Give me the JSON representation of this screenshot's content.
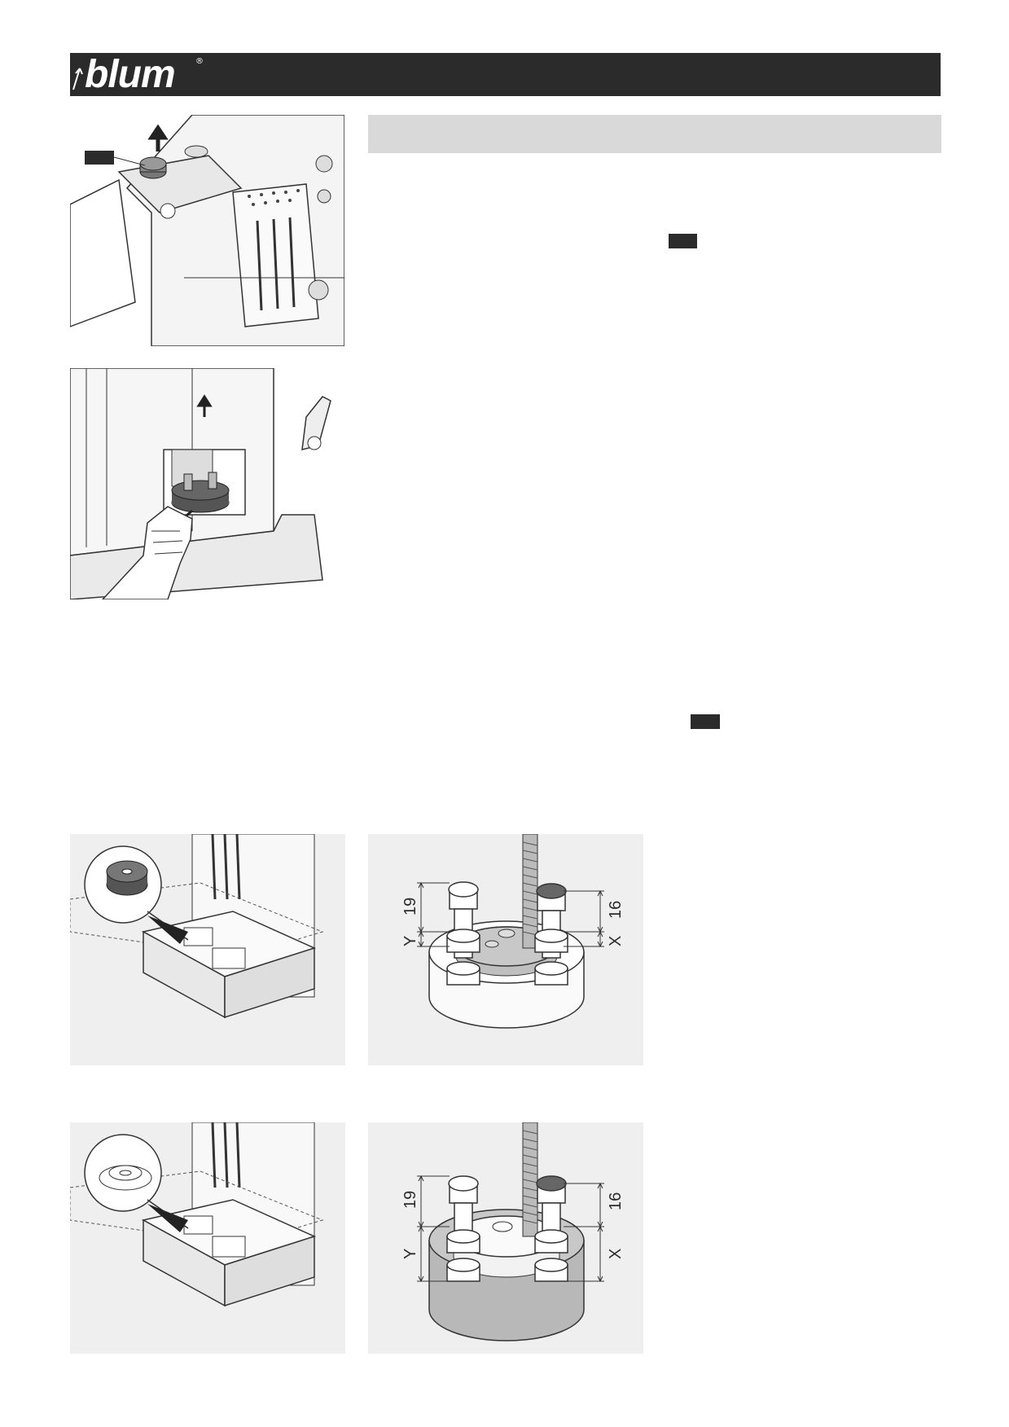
{
  "header": {
    "logo_text": "blum",
    "registered_mark": "®"
  },
  "figures": {
    "fig3": {
      "dim_top_left": "19",
      "dim_top_right": "16",
      "dim_left": "Y",
      "dim_right": "X"
    },
    "fig4": {
      "dim_top_left": "19",
      "dim_top_right": "16",
      "dim_left": "Y",
      "dim_right": "X"
    }
  }
}
